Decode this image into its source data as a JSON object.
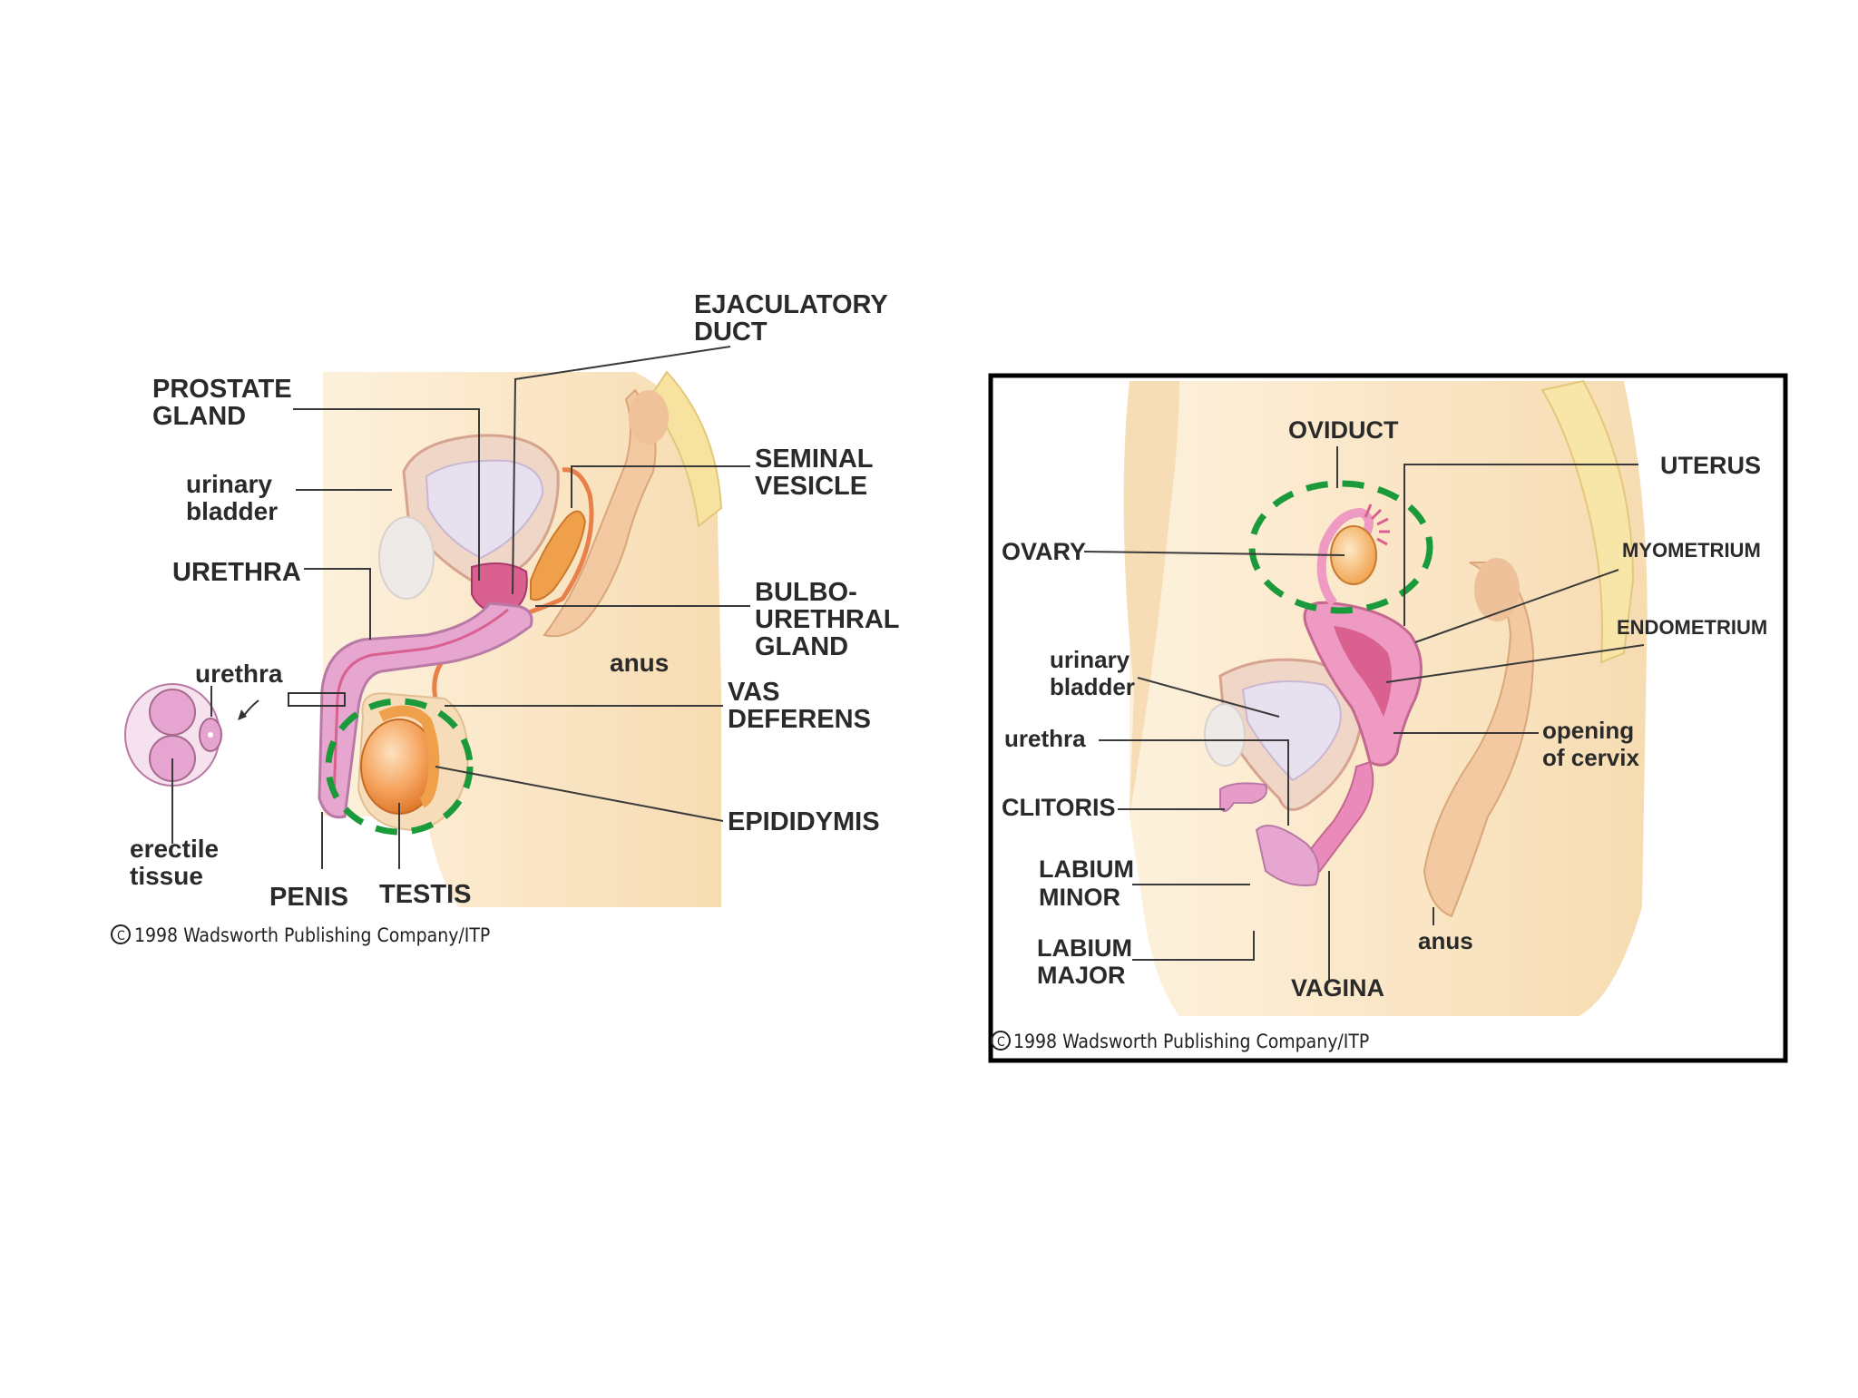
{
  "male_diagram": {
    "labels": {
      "ejaculatory_duct": [
        "EJACULATORY",
        "DUCT"
      ],
      "prostate_gland": [
        "PROSTATE",
        "GLAND"
      ],
      "urinary_bladder": [
        "urinary",
        "bladder"
      ],
      "urethra_upper": "URETHRA",
      "urethra_cross": "urethra",
      "erectile_tissue": [
        "erectile",
        "tissue"
      ],
      "penis": "PENIS",
      "testis": "TESTIS",
      "seminal_vesicle": [
        "SEMINAL",
        "VESICLE"
      ],
      "bulbourethral_gland": [
        "BULBO-",
        "URETHRAL",
        "GLAND"
      ],
      "anus": "anus",
      "vas_deferens": [
        "VAS",
        "DEFERENS"
      ],
      "epididymis": "EPIDIDYMIS"
    },
    "copyright": "1998 Wadsworth Publishing Company/ITP"
  },
  "female_diagram": {
    "labels": {
      "oviduct": "OVIDUCT",
      "ovary": "OVARY",
      "uterus": "UTERUS",
      "myometrium": "MYOMETRIUM",
      "endometrium": "ENDOMETRIUM",
      "urinary_bladder": [
        "urinary",
        "bladder"
      ],
      "urethra": "urethra",
      "opening_of_cervix": [
        "opening",
        "of cervix"
      ],
      "clitoris": "CLITORIS",
      "labium_minor": [
        "LABIUM",
        "MINOR"
      ],
      "labium_major": [
        "LABIUM",
        "MAJOR"
      ],
      "vagina": "VAGINA",
      "anus": "anus"
    },
    "copyright": "1998 Wadsworth Publishing Company/ITP"
  },
  "colors": {
    "skin": "#fbe7c8",
    "skin_dark": "#f3d2a4",
    "pink": "#e79cc8",
    "magenta": "#d9608f",
    "orange": "#f4a55a",
    "highlight_circle": "#1a9a3a",
    "frame": "#000000"
  }
}
